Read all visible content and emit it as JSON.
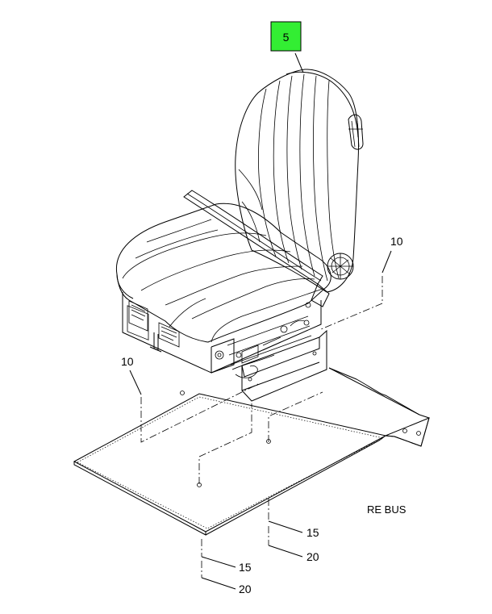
{
  "callouts": {
    "item5": "5",
    "item10_right": "10",
    "item10_left": "10",
    "item15_right": "15",
    "item15_bottom": "15",
    "item20_right": "20",
    "item20_bottom": "20"
  },
  "note": "RE BUS",
  "highlight_color": "#33ee33"
}
